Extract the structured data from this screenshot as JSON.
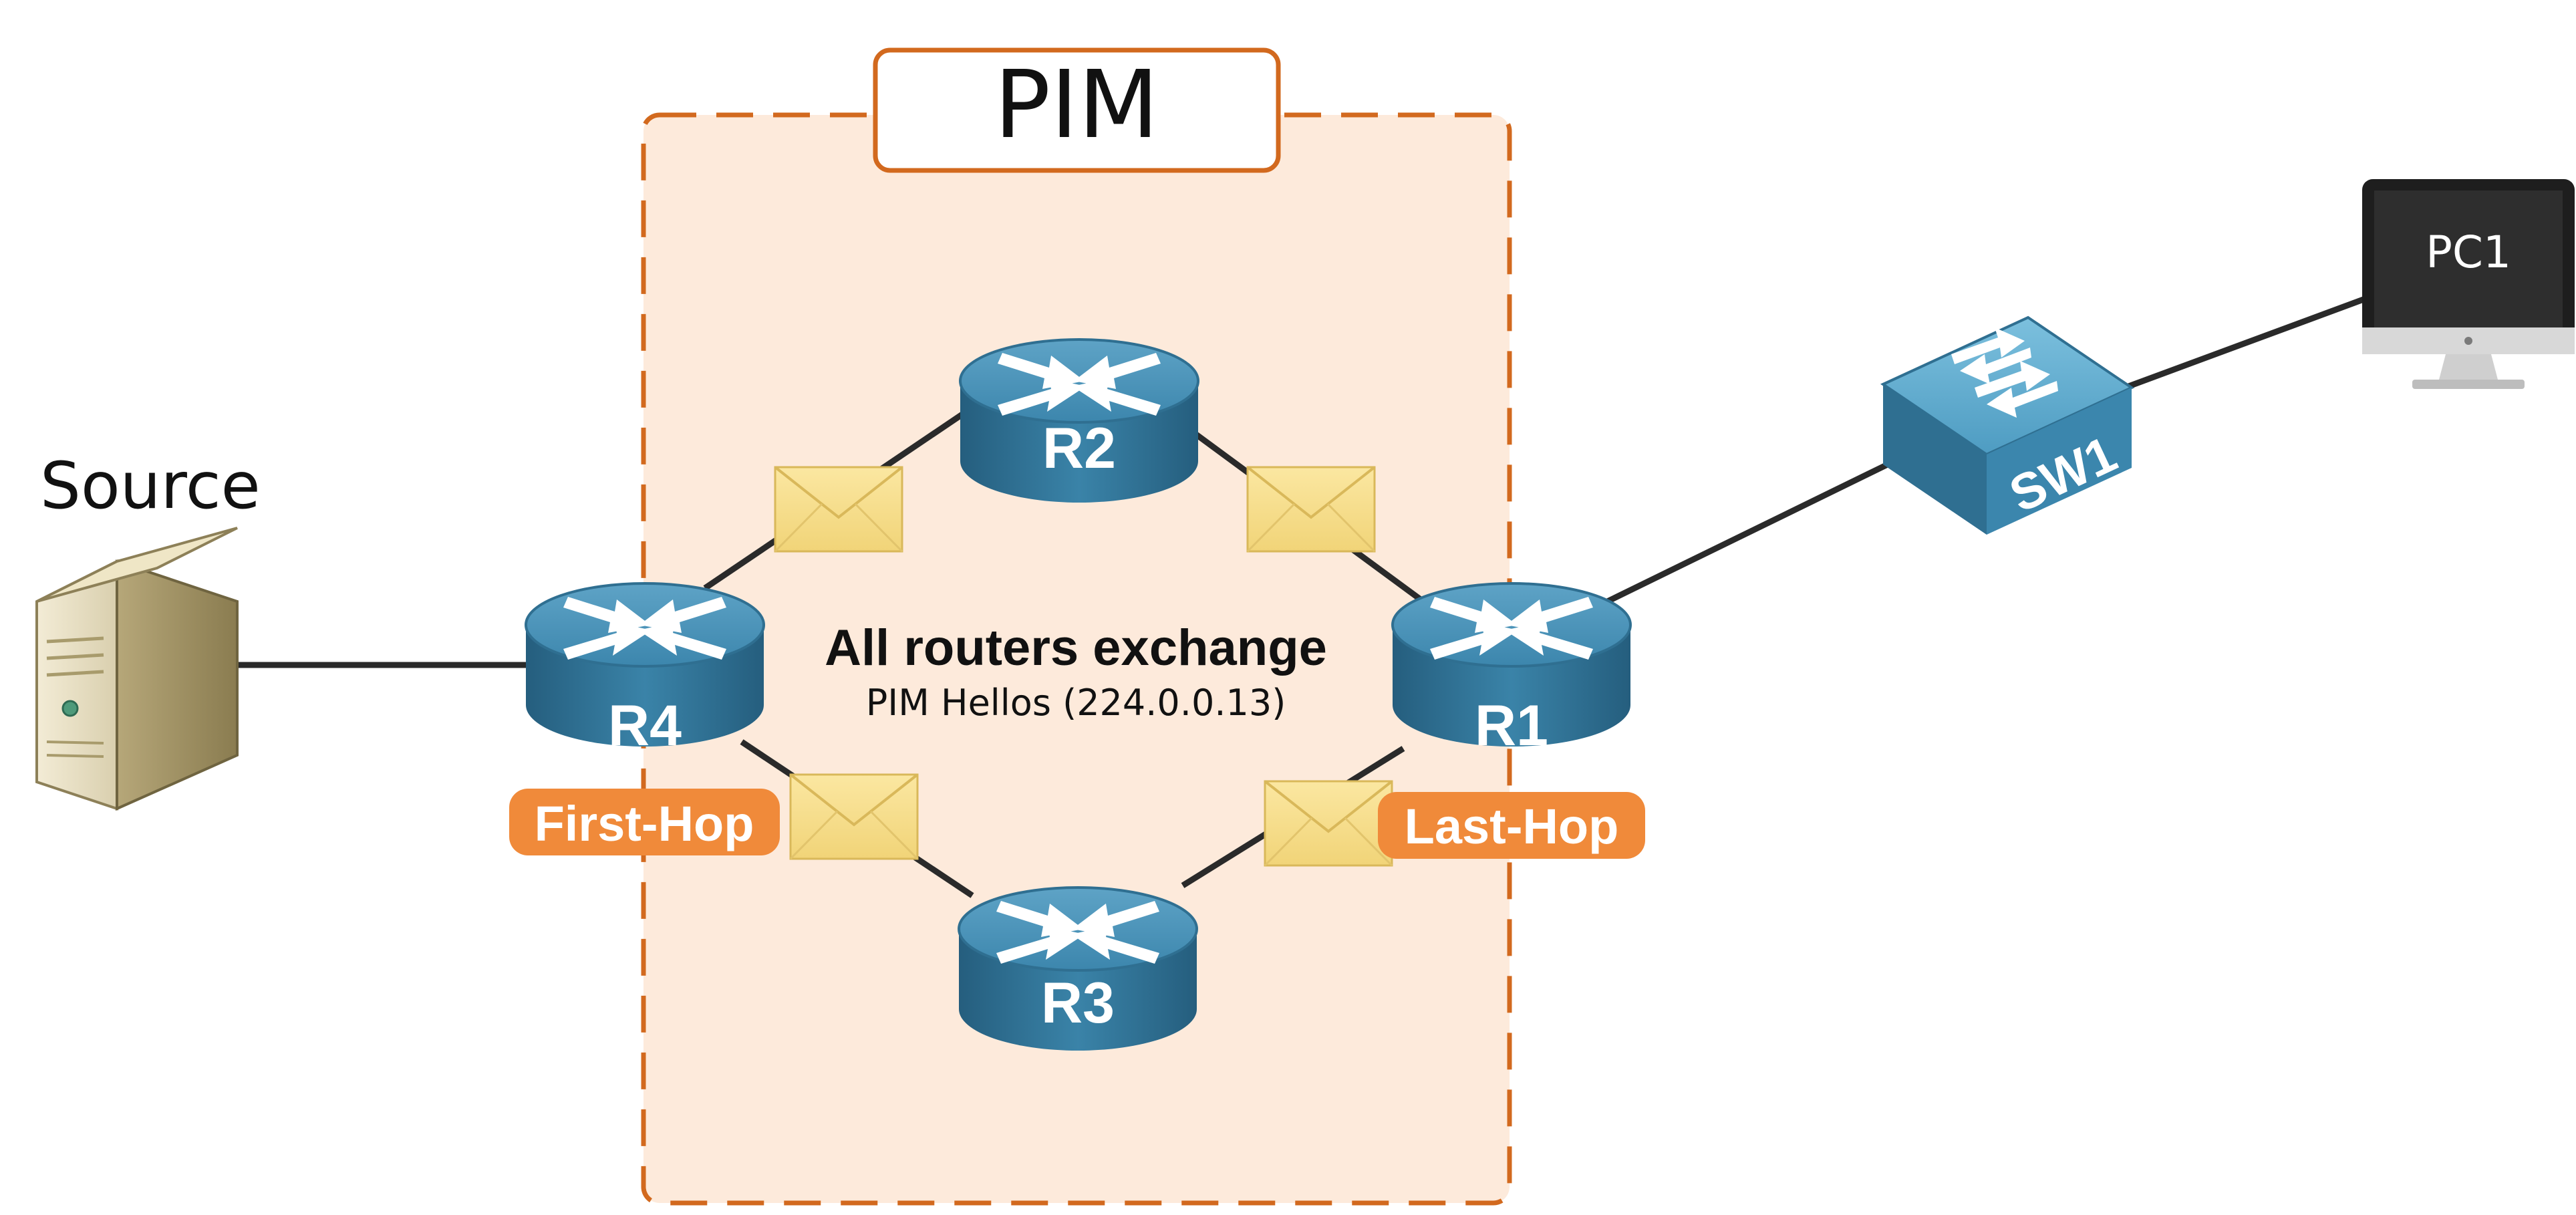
{
  "domain_group": {
    "title": "PIM",
    "fill_color": "#fdeadb",
    "border_color": "#d2691e"
  },
  "center_text": {
    "heading": "All routers exchange",
    "subheading": "PIM Hellos (224.0.0.13)"
  },
  "devices": {
    "source": {
      "label": "Source",
      "icon": "server-icon"
    },
    "r1": {
      "label": "R1",
      "icon": "router-icon",
      "role_badge": "Last-Hop"
    },
    "r2": {
      "label": "R2",
      "icon": "router-icon"
    },
    "r3": {
      "label": "R3",
      "icon": "router-icon"
    },
    "r4": {
      "label": "R4",
      "icon": "router-icon",
      "role_badge": "First-Hop"
    },
    "sw1": {
      "label": "SW1",
      "icon": "switch-icon"
    },
    "pc1": {
      "label": "PC1",
      "icon": "monitor-icon"
    }
  },
  "message_icon": "envelope-icon",
  "colors": {
    "router_top": "#4a8db0",
    "router_side": "#2c6a8c",
    "badge": "#f08a3a",
    "envelope": "#f7df8f",
    "link": "#2a2a2a"
  }
}
